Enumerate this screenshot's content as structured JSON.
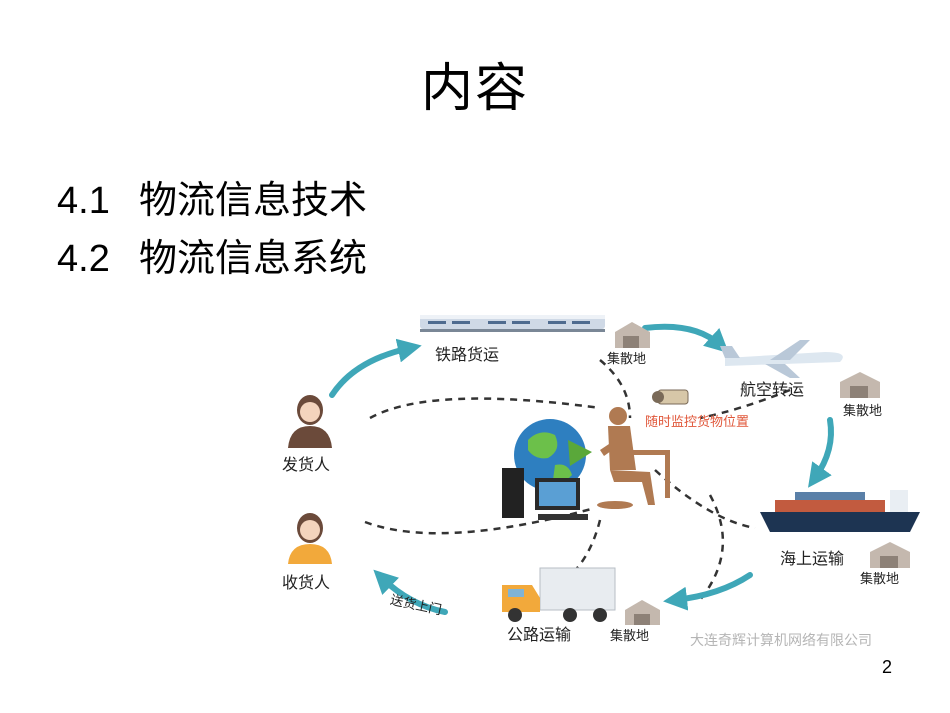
{
  "slide": {
    "title": "内容",
    "items": [
      {
        "number": "4.1",
        "text": "物流信息技术"
      },
      {
        "number": "4.2",
        "text": "物流信息系统"
      }
    ],
    "page_number": "2"
  },
  "diagram": {
    "rail": "铁路货运",
    "air": "航空转运",
    "sea": "海上运输",
    "road": "公路运输",
    "hub": "集散地",
    "monitor": "随时监控货物位置",
    "sender": "发货人",
    "receiver": "收货人",
    "delivery": "送货上门",
    "watermark": "大连奇辉计算机网络有限公司"
  },
  "colors": {
    "flow_arrow": "#3fa7b8",
    "person_body": "#f2a93b",
    "monitor_text": "#e0573a",
    "truck": "#f2a93b",
    "watermark": "#b5b5b5"
  }
}
